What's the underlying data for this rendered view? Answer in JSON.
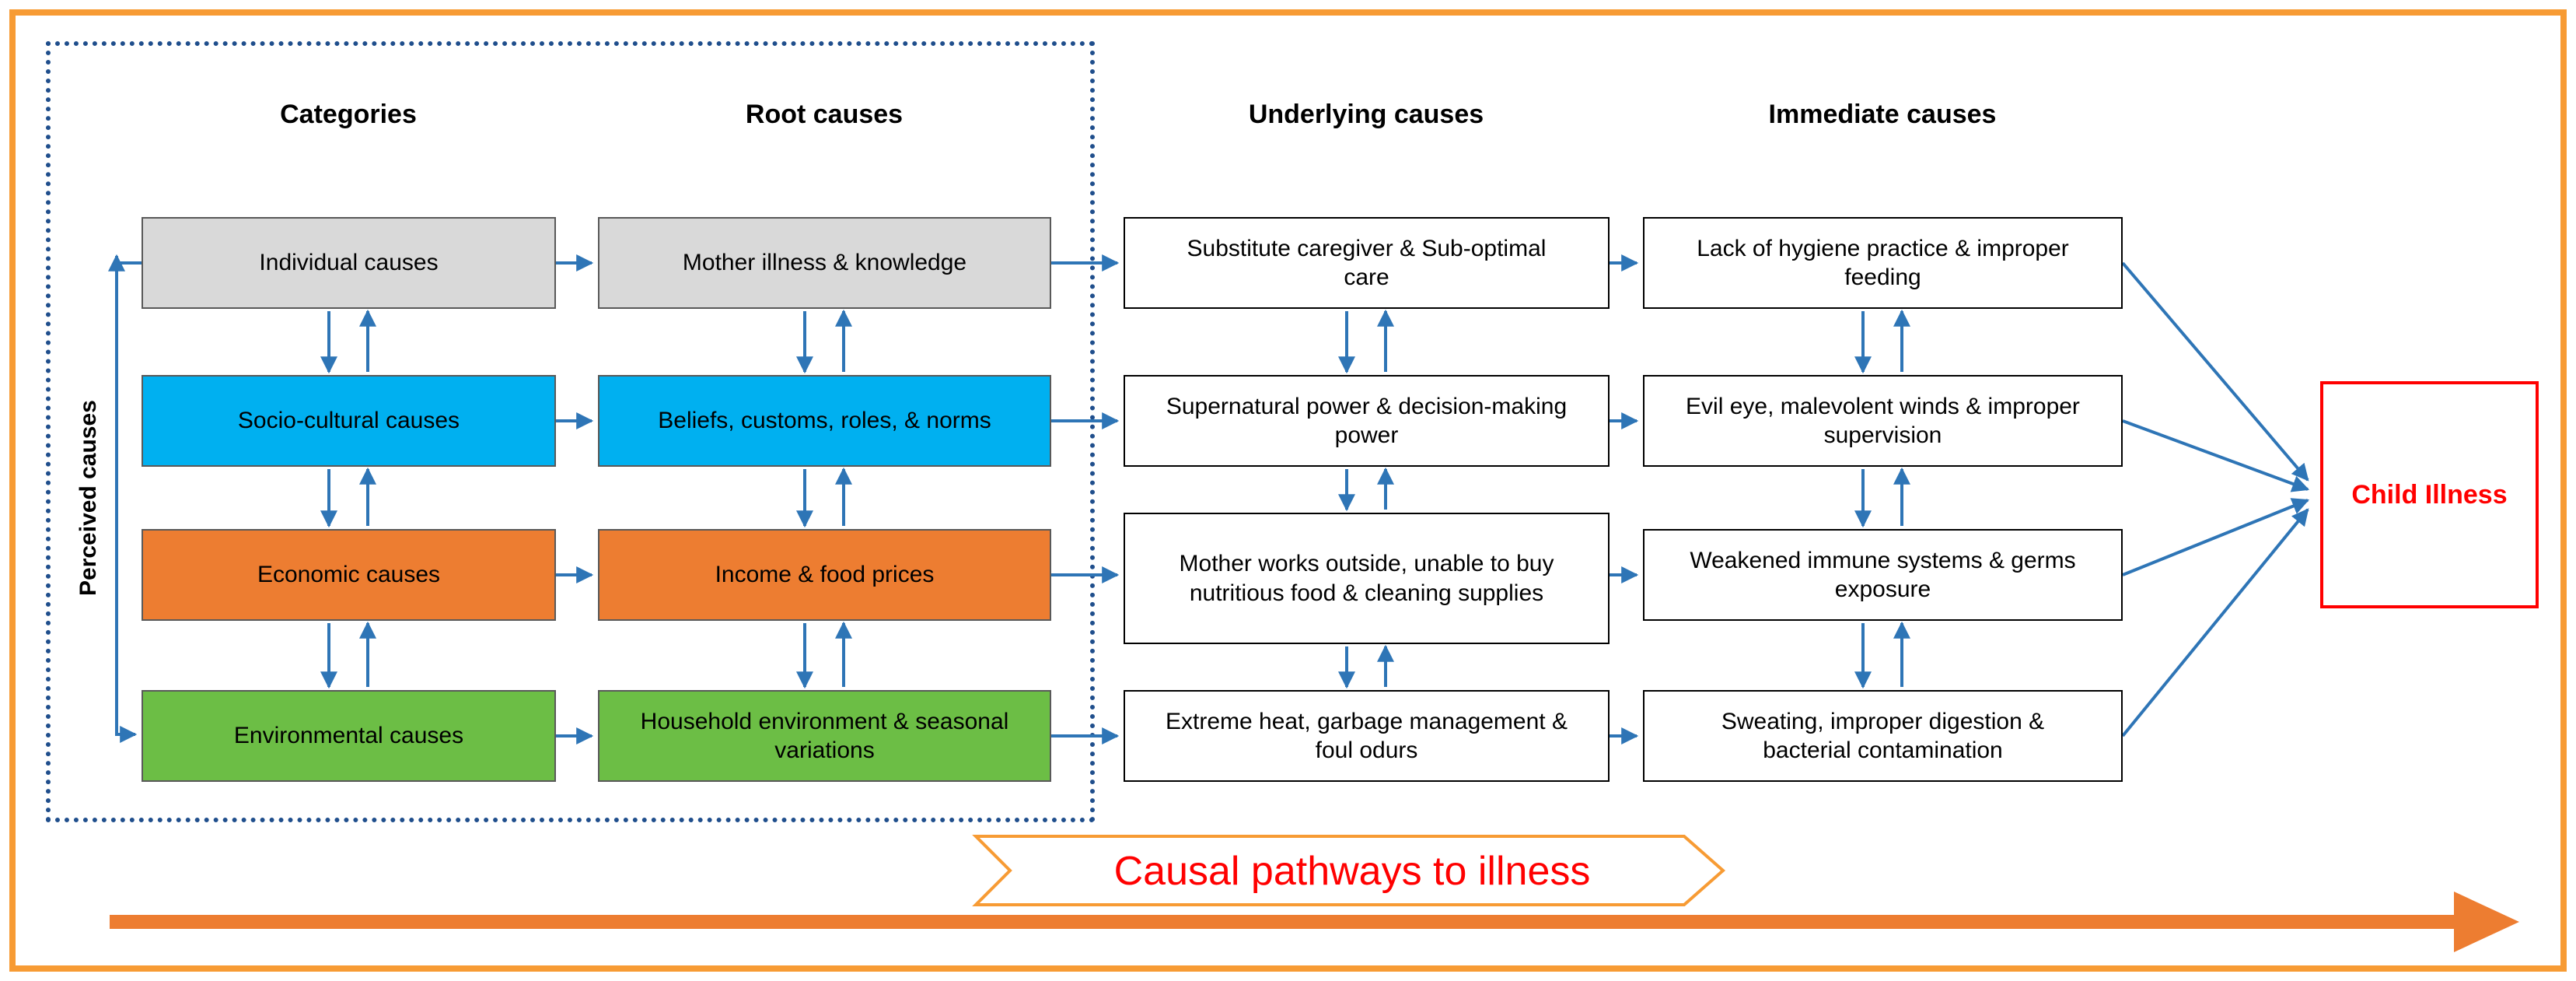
{
  "column_headers": {
    "categories": "Categories",
    "root_causes": "Root causes",
    "underlying_causes": "Underlying causes",
    "immediate_causes": "Immediate causes"
  },
  "side_label": "Perceived causes",
  "rows": [
    {
      "category": "Individual causes",
      "root": "Mother illness & knowledge",
      "underlying": "Substitute caregiver & Sub-optimal care",
      "immediate": "Lack of hygiene practice & improper feeding",
      "fill": "#D9D9D9"
    },
    {
      "category": "Socio-cultural causes",
      "root": "Beliefs, customs, roles, & norms",
      "underlying": "Supernatural power & decision-making power",
      "immediate": "Evil eye, malevolent winds & improper supervision",
      "fill": "#00B0F0"
    },
    {
      "category": "Economic causes",
      "root": "Income & food prices",
      "underlying": "Mother works outside, unable to buy nutritious food & cleaning supplies",
      "immediate": "Weakened immune systems & germs exposure",
      "fill": "#ED7D31"
    },
    {
      "category": "Environmental causes",
      "root": "Household environment & seasonal variations",
      "underlying": "Extreme heat, garbage management & foul odurs",
      "immediate": "Sweating, improper digestion & bacterial contamination",
      "fill": "#6CBE45"
    }
  ],
  "outcome_label": "Child Illness",
  "banner_label": "Causal pathways to illness",
  "colors": {
    "frame-orange": "#F79B34",
    "arrow-blue": "#2E75B6",
    "dashed-blue": "#1F4E8C",
    "red": "#FF0000",
    "bottom-arrow-orange": "#ED7D31",
    "gray-fill": "#D9D9D9",
    "blue-fill": "#00B0F0",
    "orange-fill": "#ED7D31",
    "green-fill": "#6CBE45"
  }
}
